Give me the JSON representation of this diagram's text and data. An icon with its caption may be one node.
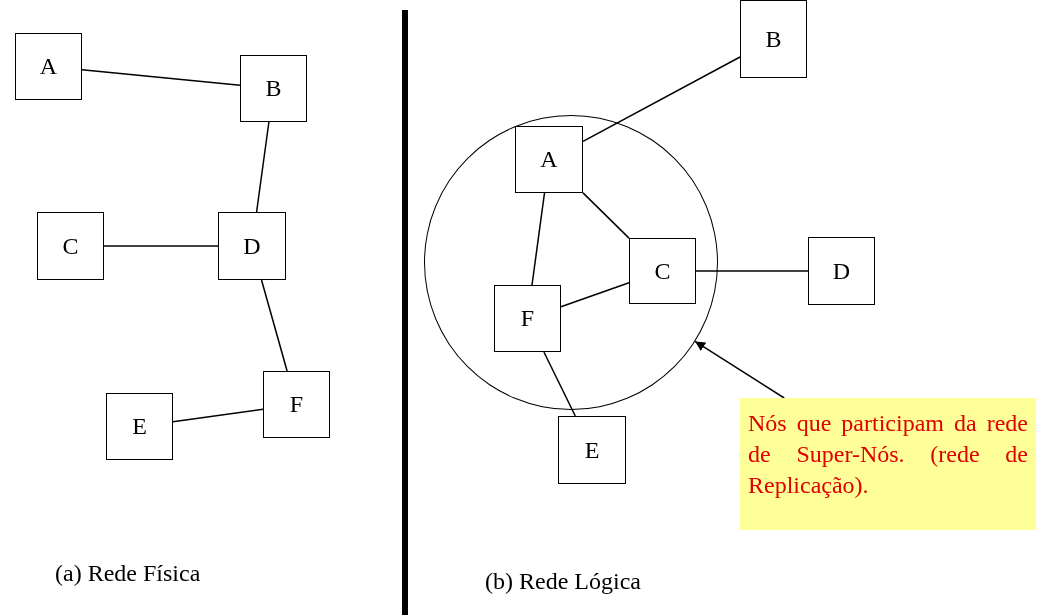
{
  "diagram": {
    "nodes": [
      {
        "text": [
          "A"
        ]
      },
      {
        "text": [
          "B"
        ]
      },
      {
        "text": [
          "C"
        ]
      },
      {
        "text": [
          "D"
        ]
      },
      {
        "text": [
          "E"
        ]
      },
      {
        "text": [
          "F"
        ]
      },
      {
        "text": [
          "B"
        ]
      },
      {
        "text": [],
        "shape": "circle"
      },
      {
        "text": [
          "A"
        ],
        "in": 7
      },
      {
        "text": [
          "C"
        ],
        "in": 7
      },
      {
        "text": [
          "D"
        ]
      },
      {
        "text": [
          "F"
        ],
        "in": 7
      },
      {
        "text": [
          "E"
        ]
      },
      {
        "text": [
          "Nós que participam da rede de Super-Nós. (rede de Replicação)."
        ]
      }
    ],
    "edges": [
      {
        "from": 0,
        "to": 1,
        "arrow": "none"
      },
      {
        "from": 1,
        "to": 3,
        "arrow": "none"
      },
      {
        "from": 2,
        "to": 3,
        "arrow": "none"
      },
      {
        "from": 3,
        "to": 5,
        "arrow": "none"
      },
      {
        "from": 4,
        "to": 5,
        "arrow": "none"
      },
      {
        "from": 8,
        "to": 6,
        "arrow": "none"
      },
      {
        "from": 8,
        "to": 11,
        "arrow": "none"
      },
      {
        "from": 8,
        "to": 9,
        "arrow": "none"
      },
      {
        "from": 9,
        "to": 10,
        "arrow": "none"
      },
      {
        "from": 11,
        "to": 9,
        "arrow": "none"
      },
      {
        "from": 11,
        "to": 12,
        "arrow": "none"
      },
      {
        "from": 13,
        "to": 7,
        "arrow": "to"
      }
    ],
    "labels": [
      "(a) Rede Física",
      "(b) Rede Lógica"
    ]
  }
}
